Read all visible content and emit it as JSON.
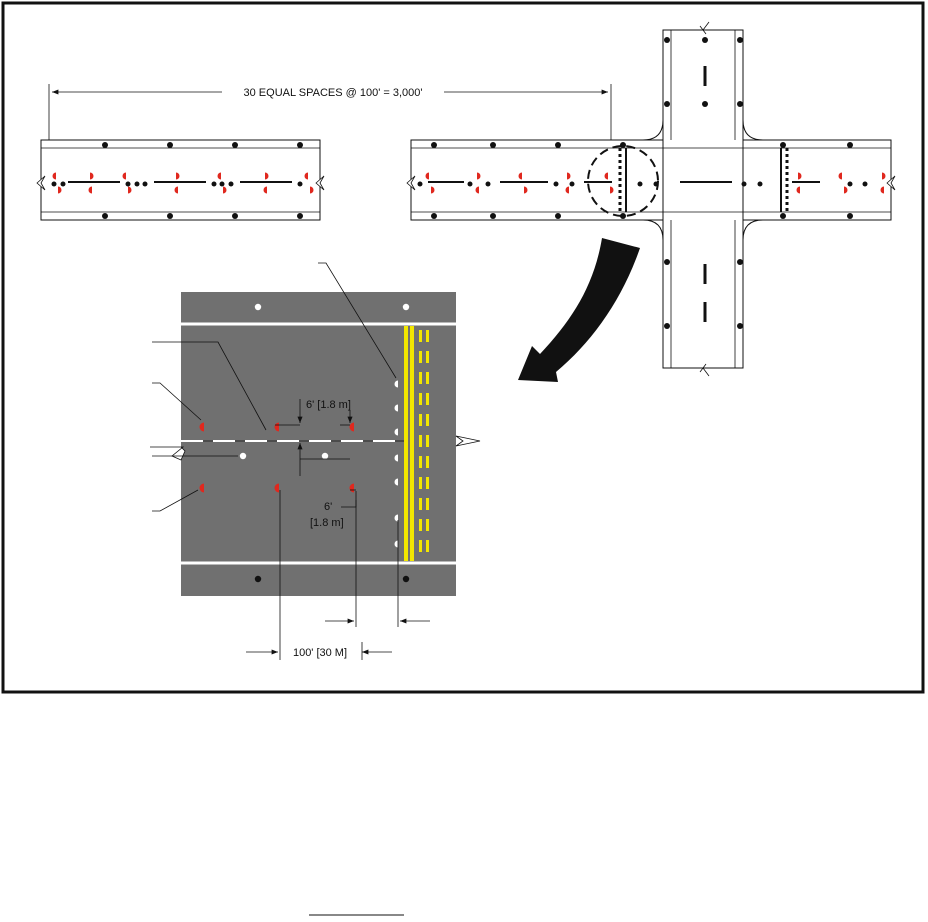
{
  "figure": {
    "spacing_label": "30 EQUAL SPACES @ 100' = 3,000'",
    "dim_offset_top": "6' [1.8 m]",
    "dim_offset_bottom_line1": "6'",
    "dim_offset_bottom_line2": "[1.8 m]",
    "dim_spacing": "100' [30 M]"
  },
  "colors": {
    "pavement": "#707070",
    "stripe_white": "#ffffff",
    "edge_yellow": "#f2e600",
    "reflector_red": "#e0281e",
    "ink": "#111111"
  }
}
